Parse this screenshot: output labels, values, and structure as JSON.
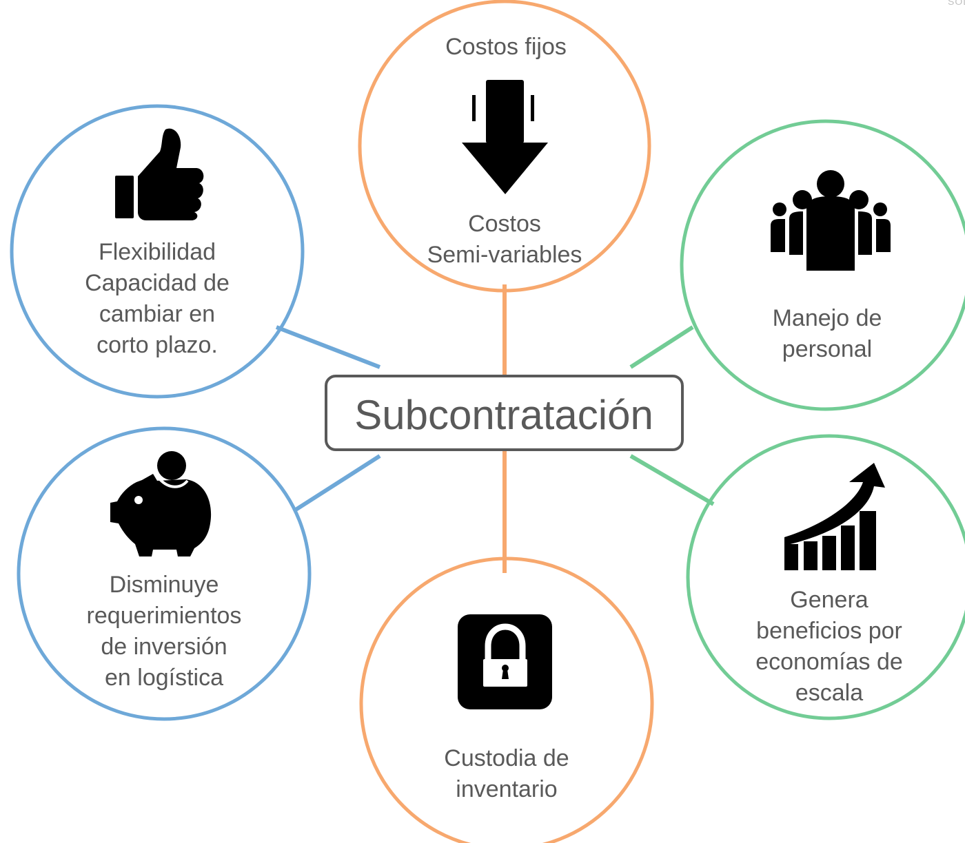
{
  "corner_text": "SOL",
  "center": {
    "label": "Subcontratación"
  },
  "nodes": {
    "top": {
      "lines": [
        "Costos fijos",
        "Costos",
        "Semi-variables"
      ],
      "icon": "arrow-down-icon"
    },
    "top_left": {
      "lines": [
        "Flexibilidad",
        "Capacidad de",
        "cambiar en",
        "corto plazo."
      ],
      "icon": "thumbs-up-icon"
    },
    "top_right": {
      "lines": [
        "Manejo de",
        "personal"
      ],
      "icon": "people-group-icon"
    },
    "bottom_left": {
      "lines": [
        "Disminuye",
        "requerimientos",
        "de inversión",
        "en logística"
      ],
      "icon": "piggy-bank-icon"
    },
    "bottom": {
      "lines": [
        "Custodia de",
        "inventario"
      ],
      "icon": "lock-icon"
    },
    "bottom_right": {
      "lines": [
        "Genera",
        "beneficios por",
        "economías de",
        "escala"
      ],
      "icon": "growth-chart-icon"
    }
  },
  "colors": {
    "blue": "#6ea8d8",
    "orange": "#f7a86e",
    "green": "#72cc95",
    "center_border": "#595959",
    "text": "#595959",
    "icon": "#000000"
  }
}
